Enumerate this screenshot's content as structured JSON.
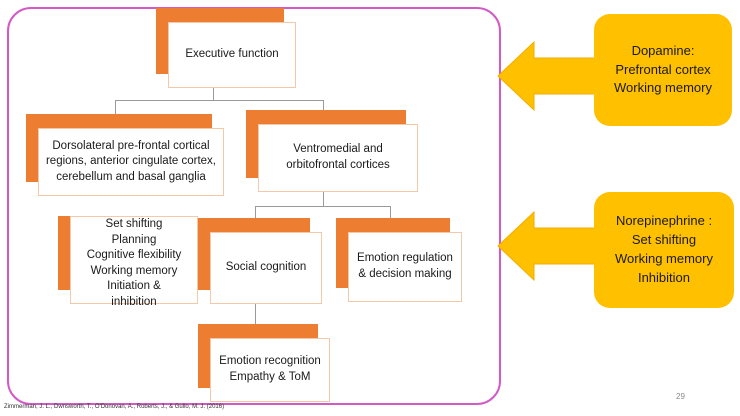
{
  "nodes": {
    "executive_function": "Executive function",
    "dorsolateral": [
      "Dorsolateral pre-frontal cortical",
      "regions, anterior cingulate cortex,",
      "cerebellum and basal ganglia"
    ],
    "ventromedial": [
      "Ventromedial and",
      "orbitofrontal cortices"
    ],
    "dorsolateral_functions": [
      "Set shifting",
      "Planning",
      "Cognitive flexibility",
      "Working memory",
      "Initiation &",
      "inhibition"
    ],
    "social_cognition": "Social cognition",
    "emotion_regulation": [
      "Emotion regulation",
      "& decision making"
    ],
    "emotion_recognition": [
      "Emotion recognition",
      "Empathy & ToM"
    ]
  },
  "neurotransmitters": [
    {
      "lines": [
        "Dopamine:",
        "Prefrontal cortex",
        "Working memory"
      ]
    },
    {
      "lines": [
        "Norepinephrine :",
        "Set shifting",
        "Working memory",
        "Inhibition"
      ]
    }
  ],
  "citation": "Zimmerman, J. L., Dwnsworth, T., O'Donovan, A., Roberts, J., & Gullo, M. J. (2016)",
  "page_number": "29",
  "colors": {
    "box_accent": "#ed7d31",
    "callout": "#ffc000",
    "frame": "#d35ac4",
    "connector": "#9a9a9a"
  }
}
